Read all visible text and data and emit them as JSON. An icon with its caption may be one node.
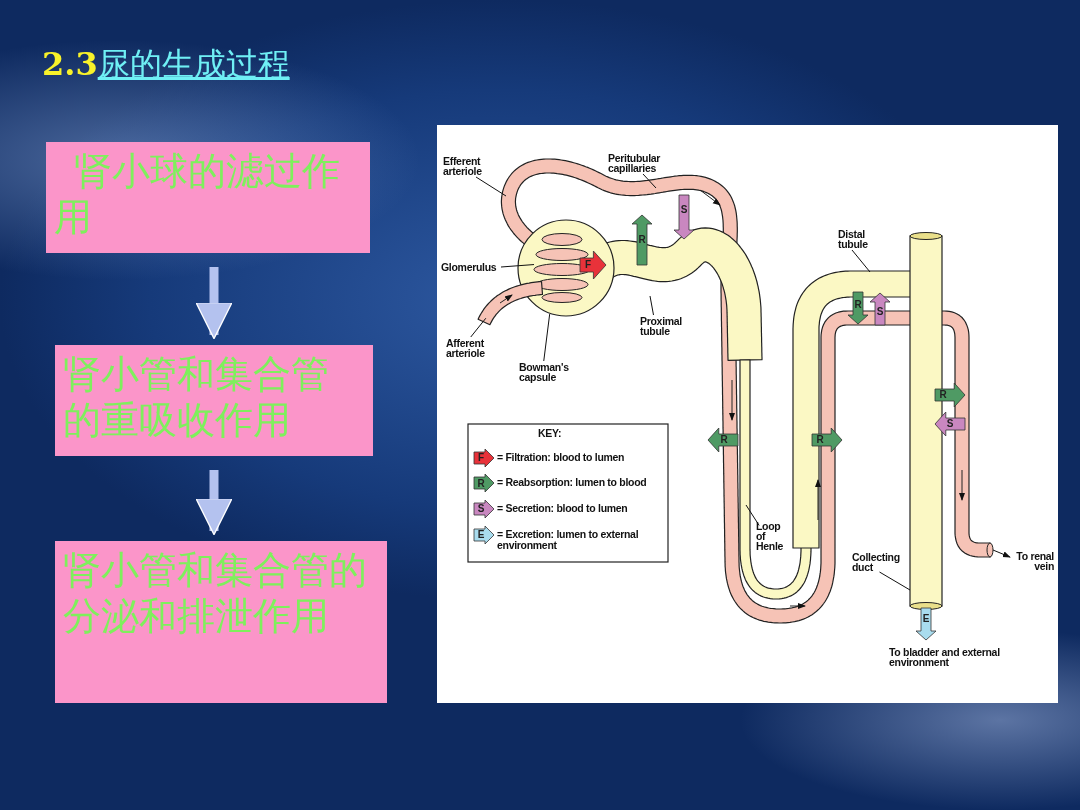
{
  "diagram": {
    "title": "2.3尿的生成过程",
    "nodes": [
      {
        "text": [
          "肾小球的滤过作用"
        ]
      },
      {
        "text": [
          "肾小管和集合管的重吸收作用"
        ]
      },
      {
        "text": [
          "肾小管和集合管的分泌和排泄作用"
        ]
      },
      {
        "text": [
          "Efferent arteriole"
        ]
      },
      {
        "text": [
          "Peritubular capillaries"
        ]
      },
      {
        "text": [
          "Glomerulus"
        ]
      },
      {
        "text": [
          "Distal tubule"
        ]
      },
      {
        "text": [
          "Proximal tubule"
        ]
      },
      {
        "text": [
          "Afferent arteriole"
        ]
      },
      {
        "text": [
          "Bowman's capsule"
        ]
      },
      {
        "text": [
          "Loop of Henle"
        ]
      },
      {
        "text": [
          "Collecting duct"
        ]
      },
      {
        "text": [
          "To renal vein"
        ]
      },
      {
        "text": [],
        "shape": "picture",
        "in": 15
      },
      {
        "text": [],
        "shape": "picture"
      },
      {
        "text": [],
        "shape": "circle"
      }
    ],
    "edges": [
      {
        "from": 0,
        "to": 1,
        "arrow": "to",
        "style": "thick",
        "color": "#b4c2ef"
      },
      {
        "from": 1,
        "to": 2,
        "arrow": "to",
        "style": "thick",
        "color": "#b4c2ef"
      },
      {
        "from": 3,
        "to": null,
        "arrow": "none"
      },
      {
        "from": 4,
        "to": null,
        "arrow": "none"
      },
      {
        "from": 5,
        "to": 13,
        "arrow": "none"
      },
      {
        "from": 6,
        "to": null,
        "arrow": "none"
      },
      {
        "from": 7,
        "to": null,
        "arrow": "none"
      },
      {
        "from": 8,
        "to": 14,
        "arrow": "none"
      },
      {
        "from": 9,
        "to": 15,
        "arrow": "none"
      },
      {
        "from": 10,
        "to": null,
        "arrow": "none"
      },
      {
        "from": 11,
        "to": null,
        "arrow": "none"
      },
      {
        "from": null,
        "to": 12,
        "arrow": "to"
      }
    ],
    "labels": [
      "F",
      "R",
      "S",
      "R",
      "S",
      "R",
      "S",
      "R",
      "R",
      "KEY:",
      "F",
      "R",
      "S",
      "E",
      "E",
      "To bladder and external environment"
    ],
    "legend": [
      {
        "text": "= Filtration: blood to lumen",
        "color": "#e8323a"
      },
      {
        "text": "= Reabsorption: lumen to blood",
        "color": "#4f9a64"
      },
      {
        "text": "= Secretion: blood to lumen",
        "color": "#c987c0"
      },
      {
        "text": "= Excretion: lumen to external environment",
        "color": "#a9dcee"
      }
    ]
  }
}
